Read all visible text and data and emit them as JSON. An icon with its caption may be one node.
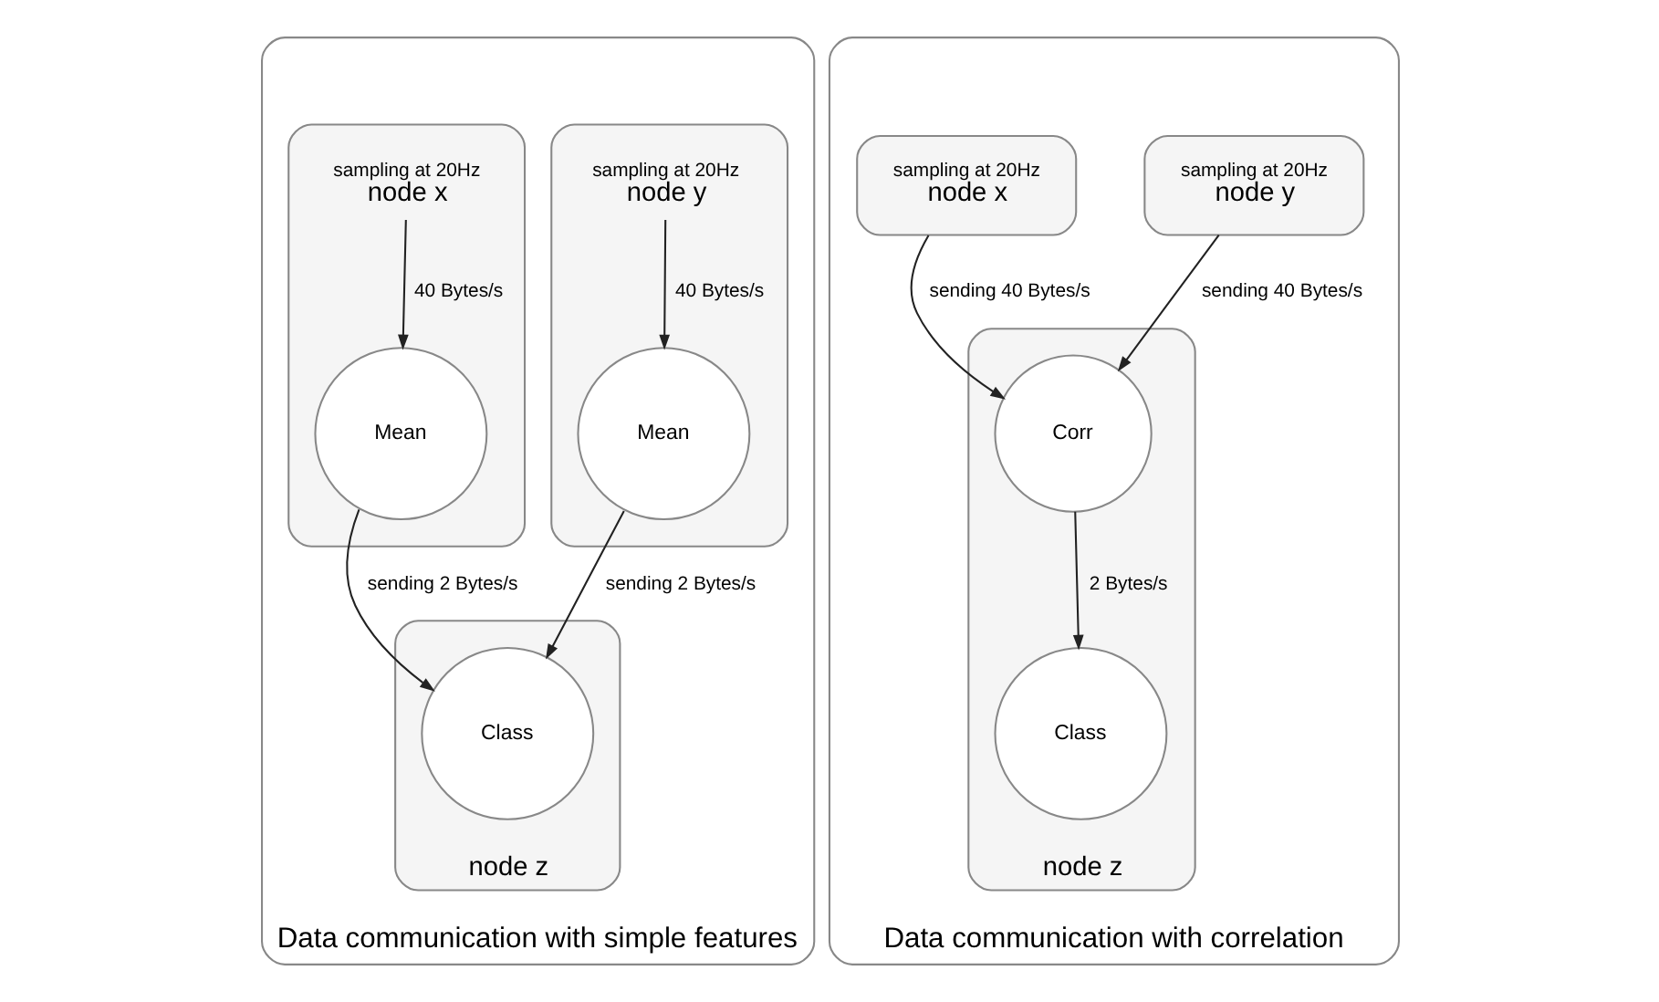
{
  "diagram": {
    "nodes": [
      {
        "text": [
          "Data communication with simple features"
        ]
      },
      {
        "text": [
          "sampling at 20Hz",
          "node x"
        ],
        "in": 0
      },
      {
        "text": [
          "Mean"
        ],
        "in": 1
      },
      {
        "text": [
          "sampling at 20Hz",
          "node y"
        ],
        "in": 0
      },
      {
        "text": [
          "Mean"
        ],
        "in": 3
      },
      {
        "text": [
          "node z"
        ],
        "in": 0
      },
      {
        "text": [
          "Class"
        ],
        "in": 5
      },
      {
        "text": [
          "Data communication with correlation"
        ]
      },
      {
        "text": [
          "sampling at 20Hz",
          "node x"
        ],
        "in": 7
      },
      {
        "text": [
          "sampling at 20Hz",
          "node y"
        ],
        "in": 7
      },
      {
        "text": [
          "node z"
        ],
        "in": 7
      },
      {
        "text": [
          "Corr"
        ],
        "in": 10
      },
      {
        "text": [
          "Class"
        ],
        "in": 10
      }
    ],
    "edges": [
      {
        "from": 1,
        "to": 2,
        "arrow": "to",
        "label": "40 Bytes/s"
      },
      {
        "from": 3,
        "to": 4,
        "arrow": "to",
        "label": "40 Bytes/s"
      },
      {
        "from": 2,
        "to": 6,
        "arrow": "to",
        "label": "sending 2 Bytes/s"
      },
      {
        "from": 4,
        "to": 6,
        "arrow": "to",
        "label": "sending 2 Bytes/s"
      },
      {
        "from": 8,
        "to": 11,
        "arrow": "to",
        "label": "sending 40 Bytes/s"
      },
      {
        "from": 9,
        "to": 11,
        "arrow": "to",
        "label": "sending 40 Bytes/s"
      },
      {
        "from": 11,
        "to": 12,
        "arrow": "to",
        "label": "2 Bytes/s"
      }
    ]
  }
}
